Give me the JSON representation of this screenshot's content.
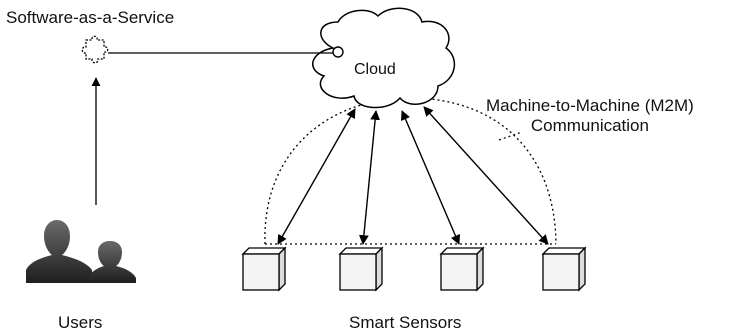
{
  "labels": {
    "saas": "Software-as-a-Service",
    "cloud": "Cloud",
    "m2m_line1": "Machine-to-Machine (M2M)",
    "m2m_line2": "Communication",
    "users": "Users",
    "smart_sensors": "Smart Sensors"
  },
  "icons": {
    "saas": "puzzle-piece-icon",
    "cloud": "cloud-icon",
    "users": "users-silhouette-icon",
    "sensor": "cube-sensor-icon"
  },
  "colors": {
    "line": "#000000",
    "silhouette": "#2f2f2f",
    "cube_face": "#f4f4f4"
  },
  "sensors": [
    {
      "id": "sensor-1"
    },
    {
      "id": "sensor-2"
    },
    {
      "id": "sensor-3"
    },
    {
      "id": "sensor-4"
    }
  ]
}
